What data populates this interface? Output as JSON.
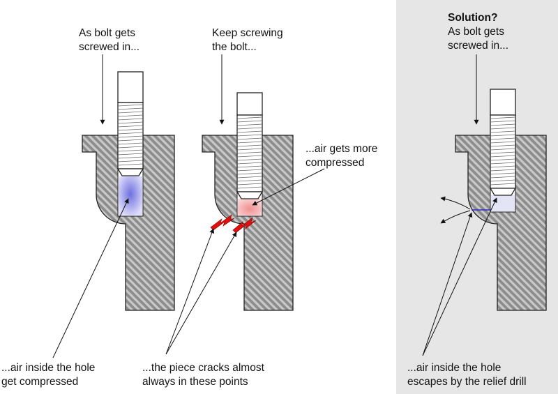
{
  "panels": [
    {
      "heading": "",
      "caption_top": [
        "As bolt gets",
        "screwed in..."
      ],
      "caption_bottom": [
        "...air inside the hole",
        "get compressed"
      ]
    },
    {
      "heading": "",
      "caption_top": [
        "Keep screwing",
        "the bolt..."
      ],
      "caption_side": [
        "...air gets more",
        "compressed"
      ],
      "caption_bottom": [
        "...the piece cracks almost",
        "always in these points"
      ]
    },
    {
      "heading": "Solution?",
      "caption_top": [
        "As bolt gets",
        "screwed in..."
      ],
      "caption_bottom": [
        "...air inside the hole",
        "escapes by the relief drill"
      ]
    }
  ],
  "colors": {
    "solution_background": "#e6e6e6",
    "compressed_air": "#9f9fe8",
    "more_compressed_air": "#f2aaaa",
    "crack": "#e01010",
    "relief_drill": "#2a2acc"
  },
  "icons": [
    "crack-icon"
  ]
}
